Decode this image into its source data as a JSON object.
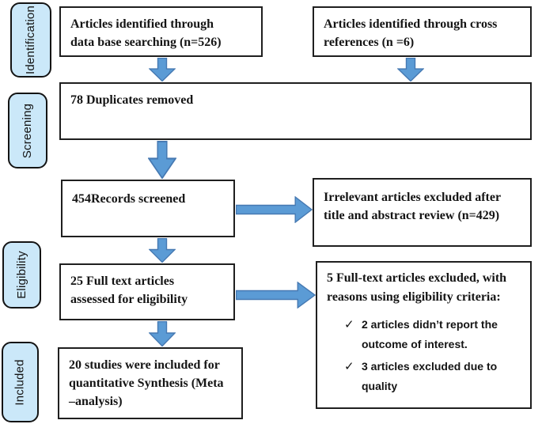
{
  "colors": {
    "arrow_fill": "#5b9bd5",
    "arrow_stroke": "#4679b2",
    "stage_fill": "#cbe8f9",
    "stage_border": "#141414",
    "box_border": "#1f1f1f",
    "text": "#141414",
    "background": "#ffffff"
  },
  "stages": [
    {
      "label": "Identification"
    },
    {
      "label": "Screening"
    },
    {
      "label": "Eligibility"
    },
    {
      "label": "Included"
    }
  ],
  "boxes": {
    "db_search": {
      "text": "Articles identified through\ndata base searching (n=526)"
    },
    "cross_refs": {
      "text": "Articles identified through cross\nreferences (n =6)"
    },
    "duplicates": {
      "text": "78 Duplicates removed"
    },
    "screened": {
      "text": "454Records screened"
    },
    "irrelevant": {
      "text": "Irrelevant articles excluded after\ntitle and abstract review (n=429)"
    },
    "full_text": {
      "text": "25 Full text articles\nassessed for eligibility"
    },
    "excluded": {
      "heading": "5 Full-text articles excluded, with\nreasons using eligibility criteria:",
      "bullet_icon": "✓",
      "bullets": [
        "2 articles didn’t report the\noutcome of interest.",
        "3 articles excluded due to quality"
      ]
    },
    "included": {
      "text": "20 studies were included for\nquantitative Synthesis (Meta\n–analysis)"
    }
  }
}
